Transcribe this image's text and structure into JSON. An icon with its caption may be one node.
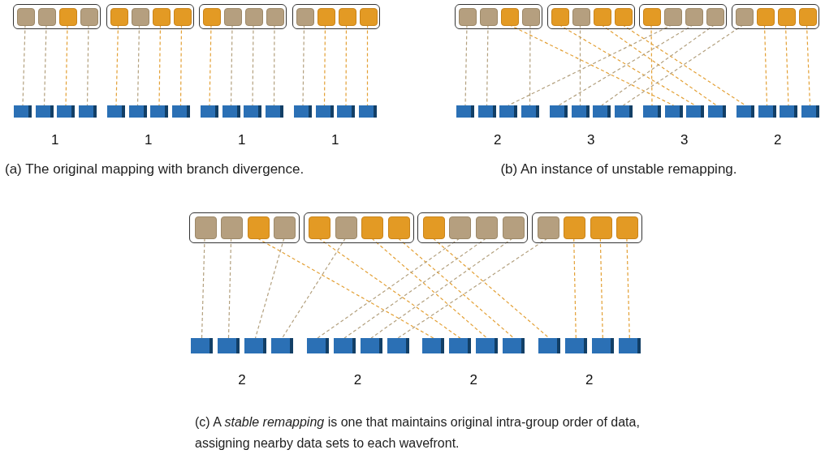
{
  "diagram": {
    "nodes": [
      {
        "text": [],
        "shape": "box"
      },
      {
        "text": [],
        "shape": "box",
        "in": 0
      },
      {
        "text": [],
        "shape": "box",
        "in": 0
      },
      {
        "text": [],
        "shape": "box",
        "in": 0
      },
      {
        "text": [],
        "shape": "box",
        "in": 0
      },
      {
        "text": [],
        "shape": "box"
      },
      {
        "text": [],
        "shape": "box",
        "in": 5
      },
      {
        "text": [],
        "shape": "box",
        "in": 5
      },
      {
        "text": [],
        "shape": "box",
        "in": 5
      },
      {
        "text": [],
        "shape": "box",
        "in": 5
      },
      {
        "text": [],
        "shape": "box"
      },
      {
        "text": [],
        "shape": "box",
        "in": 10
      },
      {
        "text": [],
        "shape": "box",
        "in": 10
      },
      {
        "text": [],
        "shape": "box",
        "in": 10
      },
      {
        "text": [],
        "shape": "box",
        "in": 10
      },
      {
        "text": [],
        "shape": "box"
      },
      {
        "text": [],
        "shape": "box",
        "in": 15
      },
      {
        "text": [],
        "shape": "box",
        "in": 15
      },
      {
        "text": [],
        "shape": "box",
        "in": 15
      },
      {
        "text": [],
        "shape": "box",
        "in": 15
      },
      {
        "text": [],
        "shape": "box"
      },
      {
        "text": [],
        "shape": "box"
      },
      {
        "text": [],
        "shape": "box"
      },
      {
        "text": [],
        "shape": "box"
      },
      {
        "text": [],
        "shape": "box"
      },
      {
        "text": [],
        "shape": "box"
      },
      {
        "text": [],
        "shape": "box"
      },
      {
        "text": [],
        "shape": "box"
      },
      {
        "text": [],
        "shape": "box"
      },
      {
        "text": [],
        "shape": "box"
      },
      {
        "text": [],
        "shape": "box"
      },
      {
        "text": [],
        "shape": "box"
      },
      {
        "text": [],
        "shape": "box"
      },
      {
        "text": [],
        "shape": "box"
      },
      {
        "text": [],
        "shape": "box"
      },
      {
        "text": [],
        "shape": "box"
      },
      {
        "text": [],
        "shape": "box"
      },
      {
        "text": [],
        "shape": "box",
        "in": 36
      },
      {
        "text": [],
        "shape": "box",
        "in": 36
      },
      {
        "text": [],
        "shape": "box",
        "in": 36
      },
      {
        "text": [],
        "shape": "box",
        "in": 36
      },
      {
        "text": [],
        "shape": "box"
      },
      {
        "text": [],
        "shape": "box",
        "in": 41
      },
      {
        "text": [],
        "shape": "box",
        "in": 41
      },
      {
        "text": [],
        "shape": "box",
        "in": 41
      },
      {
        "text": [],
        "shape": "box",
        "in": 41
      },
      {
        "text": [],
        "shape": "box"
      },
      {
        "text": [],
        "shape": "box",
        "in": 46
      },
      {
        "text": [],
        "shape": "box",
        "in": 46
      },
      {
        "text": [],
        "shape": "box",
        "in": 46
      },
      {
        "text": [],
        "shape": "box",
        "in": 46
      },
      {
        "text": [],
        "shape": "box"
      },
      {
        "text": [],
        "shape": "box",
        "in": 51
      },
      {
        "text": [],
        "shape": "box",
        "in": 51
      },
      {
        "text": [],
        "shape": "box",
        "in": 51
      },
      {
        "text": [],
        "shape": "box",
        "in": 51
      },
      {
        "text": [],
        "shape": "box"
      },
      {
        "text": [],
        "shape": "box"
      },
      {
        "text": [],
        "shape": "box"
      },
      {
        "text": [],
        "shape": "box"
      },
      {
        "text": [],
        "shape": "box"
      },
      {
        "text": [],
        "shape": "box"
      },
      {
        "text": [],
        "shape": "box"
      },
      {
        "text": [],
        "shape": "box"
      },
      {
        "text": [],
        "shape": "box"
      },
      {
        "text": [],
        "shape": "box"
      },
      {
        "text": [],
        "shape": "box"
      },
      {
        "text": [],
        "shape": "box"
      },
      {
        "text": [],
        "shape": "box"
      },
      {
        "text": [],
        "shape": "box"
      },
      {
        "text": [],
        "shape": "box"
      },
      {
        "text": [],
        "shape": "box"
      },
      {
        "text": [],
        "shape": "box"
      },
      {
        "text": [],
        "shape": "box",
        "in": 72
      },
      {
        "text": [],
        "shape": "box",
        "in": 72
      },
      {
        "text": [],
        "shape": "box",
        "in": 72
      },
      {
        "text": [],
        "shape": "box",
        "in": 72
      },
      {
        "text": [],
        "shape": "box"
      },
      {
        "text": [],
        "shape": "box",
        "in": 77
      },
      {
        "text": [],
        "shape": "box",
        "in": 77
      },
      {
        "text": [],
        "shape": "box",
        "in": 77
      },
      {
        "text": [],
        "shape": "box",
        "in": 77
      },
      {
        "text": [],
        "shape": "box"
      },
      {
        "text": [],
        "shape": "box",
        "in": 82
      },
      {
        "text": [],
        "shape": "box",
        "in": 82
      },
      {
        "text": [],
        "shape": "box",
        "in": 82
      },
      {
        "text": [],
        "shape": "box",
        "in": 82
      },
      {
        "text": [],
        "shape": "box"
      },
      {
        "text": [],
        "shape": "box",
        "in": 87
      },
      {
        "text": [],
        "shape": "box",
        "in": 87
      },
      {
        "text": [],
        "shape": "box",
        "in": 87
      },
      {
        "text": [],
        "shape": "box",
        "in": 87
      },
      {
        "text": [],
        "shape": "box"
      },
      {
        "text": [],
        "shape": "box"
      },
      {
        "text": [],
        "shape": "box"
      },
      {
        "text": [],
        "shape": "box"
      },
      {
        "text": [],
        "shape": "box"
      },
      {
        "text": [],
        "shape": "box"
      },
      {
        "text": [],
        "shape": "box"
      },
      {
        "text": [],
        "shape": "box"
      },
      {
        "text": [],
        "shape": "box"
      },
      {
        "text": [],
        "shape": "box"
      },
      {
        "text": [],
        "shape": "box"
      },
      {
        "text": [],
        "shape": "box"
      },
      {
        "text": [],
        "shape": "box"
      },
      {
        "text": [],
        "shape": "box"
      },
      {
        "text": [],
        "shape": "box"
      },
      {
        "text": [],
        "shape": "box"
      }
    ],
    "edges": [
      {
        "from": 1,
        "to": 20,
        "arrow": "none",
        "style": "dashed",
        "color": "#b3a07e"
      },
      {
        "from": 2,
        "to": 21,
        "arrow": "none",
        "style": "dashed",
        "color": "#b3a07e"
      },
      {
        "from": 3,
        "to": 22,
        "arrow": "none",
        "style": "dashed",
        "color": "#e3a035"
      },
      {
        "from": 4,
        "to": 23,
        "arrow": "none",
        "style": "dashed",
        "color": "#b3a07e"
      },
      {
        "from": 6,
        "to": 24,
        "arrow": "none",
        "style": "dashed",
        "color": "#e3a035"
      },
      {
        "from": 7,
        "to": 25,
        "arrow": "none",
        "style": "dashed",
        "color": "#b3a07e"
      },
      {
        "from": 8,
        "to": 26,
        "arrow": "none",
        "style": "dashed",
        "color": "#e3a035"
      },
      {
        "from": 9,
        "to": 27,
        "arrow": "none",
        "style": "dashed",
        "color": "#e3a035"
      },
      {
        "from": 11,
        "to": 28,
        "arrow": "none",
        "style": "dashed",
        "color": "#e3a035"
      },
      {
        "from": 12,
        "to": 29,
        "arrow": "none",
        "style": "dashed",
        "color": "#b3a07e"
      },
      {
        "from": 13,
        "to": 30,
        "arrow": "none",
        "style": "dashed",
        "color": "#b3a07e"
      },
      {
        "from": 14,
        "to": 31,
        "arrow": "none",
        "style": "dashed",
        "color": "#b3a07e"
      },
      {
        "from": 16,
        "to": 32,
        "arrow": "none",
        "style": "dashed",
        "color": "#b3a07e"
      },
      {
        "from": 17,
        "to": 33,
        "arrow": "none",
        "style": "dashed",
        "color": "#e3a035"
      },
      {
        "from": 18,
        "to": 34,
        "arrow": "none",
        "style": "dashed",
        "color": "#e3a035"
      },
      {
        "from": 19,
        "to": 35,
        "arrow": "none",
        "style": "dashed",
        "color": "#e3a035"
      },
      {
        "from": 37,
        "to": 56,
        "arrow": "none",
        "style": "dashed",
        "color": "#b3a07e"
      },
      {
        "from": 38,
        "to": 57,
        "arrow": "none",
        "style": "dashed",
        "color": "#b3a07e"
      },
      {
        "from": 39,
        "to": 65,
        "arrow": "none",
        "style": "dashed",
        "color": "#e3a035"
      },
      {
        "from": 40,
        "to": 59,
        "arrow": "none",
        "style": "dashed",
        "color": "#b3a07e"
      },
      {
        "from": 42,
        "to": 66,
        "arrow": "none",
        "style": "dashed",
        "color": "#e3a035"
      },
      {
        "from": 43,
        "to": 61,
        "arrow": "none",
        "style": "dashed",
        "color": "#b3a07e"
      },
      {
        "from": 44,
        "to": 67,
        "arrow": "none",
        "style": "dashed",
        "color": "#e3a035"
      },
      {
        "from": 45,
        "to": 68,
        "arrow": "none",
        "style": "dashed",
        "color": "#e3a035"
      },
      {
        "from": 47,
        "to": 64,
        "arrow": "none",
        "style": "dashed",
        "color": "#e3a035"
      },
      {
        "from": 48,
        "to": 58,
        "arrow": "none",
        "style": "dashed",
        "color": "#b3a07e"
      },
      {
        "from": 49,
        "to": 60,
        "arrow": "none",
        "style": "dashed",
        "color": "#b3a07e"
      },
      {
        "from": 50,
        "to": 62,
        "arrow": "none",
        "style": "dashed",
        "color": "#b3a07e"
      },
      {
        "from": 52,
        "to": 63,
        "arrow": "none",
        "style": "dashed",
        "color": "#b3a07e"
      },
      {
        "from": 53,
        "to": 69,
        "arrow": "none",
        "style": "dashed",
        "color": "#e3a035"
      },
      {
        "from": 54,
        "to": 70,
        "arrow": "none",
        "style": "dashed",
        "color": "#e3a035"
      },
      {
        "from": 55,
        "to": 71,
        "arrow": "none",
        "style": "dashed",
        "color": "#e3a035"
      },
      {
        "from": 73,
        "to": 92,
        "arrow": "none",
        "style": "dashed",
        "color": "#b3a07e"
      },
      {
        "from": 74,
        "to": 93,
        "arrow": "none",
        "style": "dashed",
        "color": "#b3a07e"
      },
      {
        "from": 75,
        "to": 100,
        "arrow": "none",
        "style": "dashed",
        "color": "#e3a035"
      },
      {
        "from": 76,
        "to": 94,
        "arrow": "none",
        "style": "dashed",
        "color": "#b3a07e"
      },
      {
        "from": 78,
        "to": 101,
        "arrow": "none",
        "style": "dashed",
        "color": "#e3a035"
      },
      {
        "from": 79,
        "to": 95,
        "arrow": "none",
        "style": "dashed",
        "color": "#b3a07e"
      },
      {
        "from": 80,
        "to": 102,
        "arrow": "none",
        "style": "dashed",
        "color": "#e3a035"
      },
      {
        "from": 81,
        "to": 103,
        "arrow": "none",
        "style": "dashed",
        "color": "#e3a035"
      },
      {
        "from": 83,
        "to": 104,
        "arrow": "none",
        "style": "dashed",
        "color": "#e3a035"
      },
      {
        "from": 84,
        "to": 96,
        "arrow": "none",
        "style": "dashed",
        "color": "#b3a07e"
      },
      {
        "from": 85,
        "to": 97,
        "arrow": "none",
        "style": "dashed",
        "color": "#b3a07e"
      },
      {
        "from": 86,
        "to": 98,
        "arrow": "none",
        "style": "dashed",
        "color": "#b3a07e"
      },
      {
        "from": 88,
        "to": 99,
        "arrow": "none",
        "style": "dashed",
        "color": "#b3a07e"
      },
      {
        "from": 89,
        "to": 105,
        "arrow": "none",
        "style": "dashed",
        "color": "#e3a035"
      },
      {
        "from": 90,
        "to": 106,
        "arrow": "none",
        "style": "dashed",
        "color": "#e3a035"
      },
      {
        "from": 91,
        "to": 107,
        "arrow": "none",
        "style": "dashed",
        "color": "#e3a035"
      }
    ],
    "labels": [
      "1",
      "1",
      "1",
      "1",
      "2",
      "3",
      "3",
      "2",
      "(a) The original mapping with branch divergence.",
      "(b) An instance of unstable remapping.",
      "2",
      "2",
      "2",
      "2",
      "(c) A *stable remapping* is one that maintains original intra-group order of data, assigning nearby data sets to each wavefront."
    ]
  }
}
